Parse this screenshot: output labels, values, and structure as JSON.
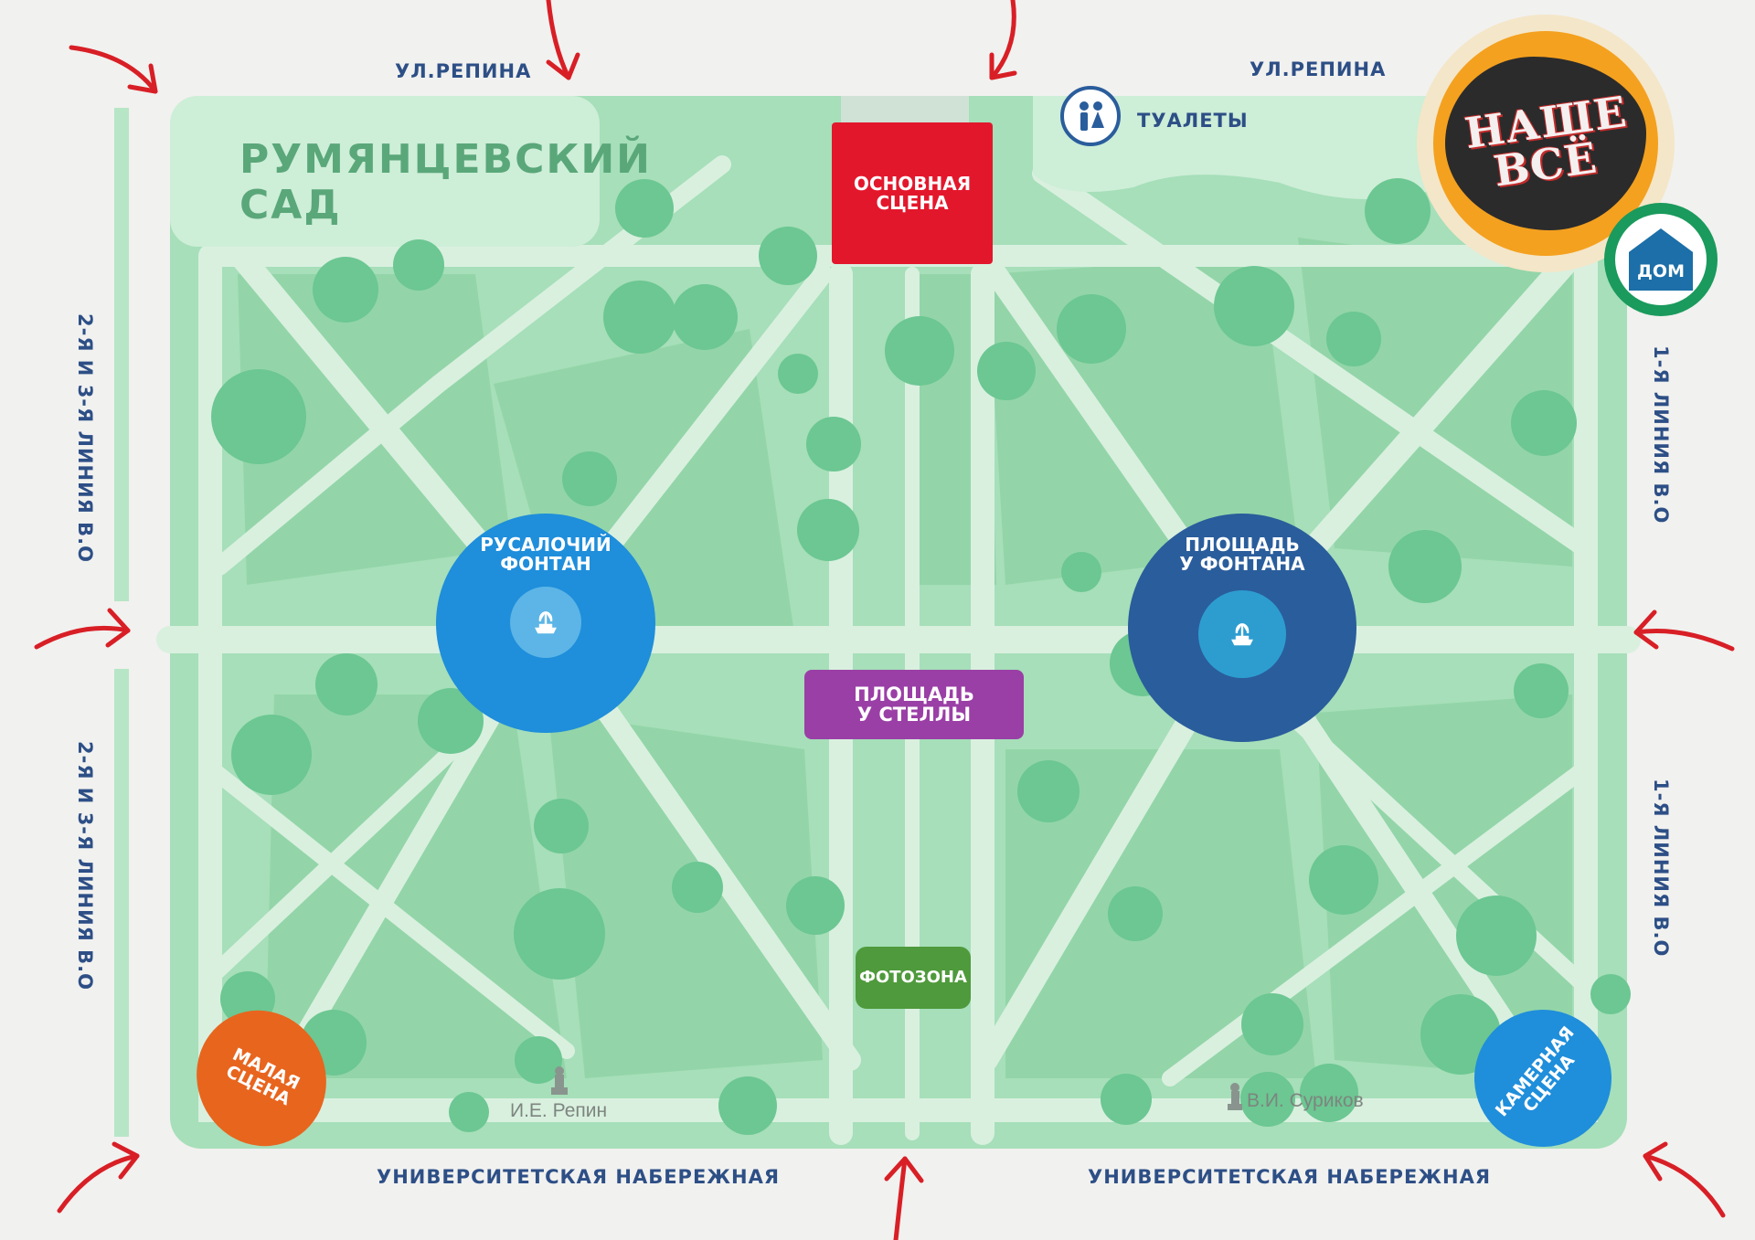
{
  "park": {
    "title": "РУМЯНЦЕВСКИЙ\nСАД"
  },
  "streets": {
    "top_left": "УЛ.РЕПИНА",
    "top_right": "УЛ.РЕПИНА",
    "left_top": "2-Я И 3-Я ЛИНИЯ В.О",
    "left_bottom": "2-Я И 3-Я ЛИНИЯ В.О",
    "right_top": "1-Я ЛИНИЯ В.О",
    "right_bottom": "1-Я ЛИНИЯ В.О",
    "bottom_left": "УНИВЕРСИТЕТСКАЯ НАБЕРЕЖНАЯ",
    "bottom_right": "УНИВЕРСИТЕТСКАЯ НАБЕРЕЖНАЯ"
  },
  "venues": {
    "main_stage": "ОСНОВНАЯ\nСЦЕНА",
    "mermaid_fountain": "РУСАЛОЧИЙ\nФОНТАН",
    "fountain_square": "ПЛОЩАДЬ\nУ ФОНТАНА",
    "stele_square": "ПЛОЩАДЬ\nУ СТЕЛЛЫ",
    "photozone": "ФОТОЗОНА",
    "small_stage": "МАЛАЯ\nСЦЕНА",
    "chamber_stage": "КАМЕРНАЯ\nСЦЕНА"
  },
  "facilities": {
    "toilets": "ТУАЛЕТЫ"
  },
  "monuments": {
    "repin": "И.Е. Репин",
    "surikov": "В.И. Суриков"
  },
  "logo": {
    "line1": "НАШЕ",
    "line2": "ВСЁ",
    "house_label": "ДОМ"
  },
  "colors": {
    "park_green": "#9fdcb3",
    "path": "#d9f0df",
    "tree": "#6cc792",
    "main_stage": "#e3172c",
    "mermaid_fountain": "#1f8edb",
    "fountain_square": "#2a5d9c",
    "stele_square": "#9a3fa6",
    "photozone": "#4f9a3c",
    "small_stage": "#e8651e",
    "chamber_stage": "#1f8edb",
    "entrance_arrow": "#d81f26",
    "street_text": "#2d4f86"
  },
  "icons": [
    "entrance-arrow-icon",
    "toilets-icon",
    "fountain-icon",
    "monument-icon",
    "house-icon"
  ]
}
